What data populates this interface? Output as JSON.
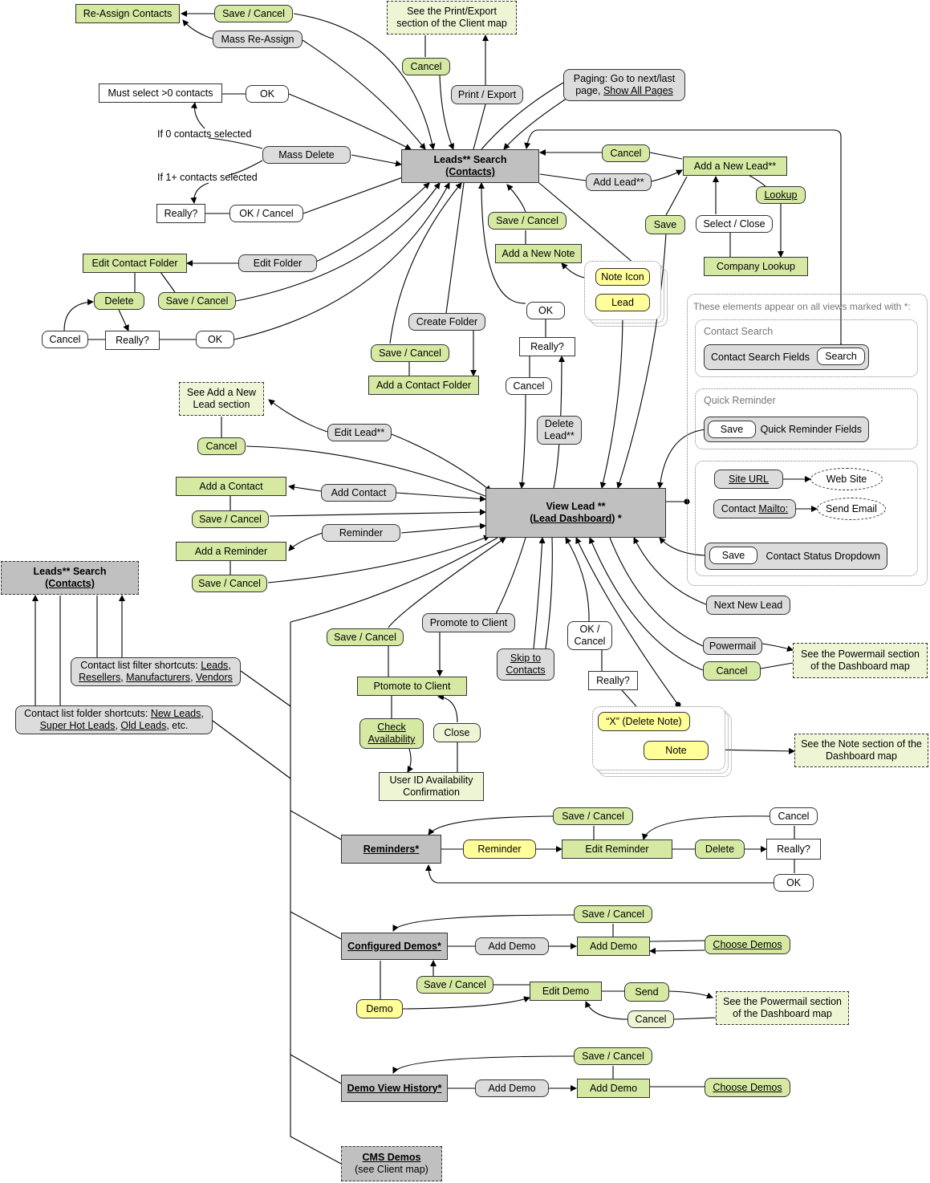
{
  "nodes": {
    "reassign_contacts": "Re-Assign Contacts",
    "save_cancel_1": "Save / Cancel",
    "mass_reassign": "Mass Re-Assign",
    "see_print_export": "See the Print/Export section of the Client map",
    "cancel_print": "Cancel",
    "print_export": "Print / Export",
    "paging": "Paging: Go to next/last page, Show All Pages",
    "must_select": "Must select >0 contacts",
    "ok_must": "OK",
    "if_zero": "If 0 contacts selected",
    "mass_delete": "Mass Delete",
    "if_one_plus": "If 1+ contacts selected",
    "really_mass": "Really?",
    "ok_cancel_mass": "OK / Cancel",
    "leads_search_title": "Leads** Search",
    "leads_search_sub": "(Contacts)",
    "cancel_addlead": "Cancel",
    "add_lead": "Add Lead**",
    "add_new_lead": "Add a New Lead**",
    "lookup": "Lookup",
    "select_close": "Select / Close",
    "save_newlead": "Save",
    "company_lookup": "Company Lookup",
    "save_cancel_note": "Save / Cancel",
    "add_new_note": "Add a New Note",
    "note_icon": "Note Icon",
    "lead_stack": "Lead",
    "edit_contact_folder": "Edit Contact Folder",
    "edit_folder": "Edit Folder",
    "delete_folder": "Delete",
    "save_cancel_folder": "Save / Cancel",
    "cancel_folder": "Cancel",
    "really_folder": "Really?",
    "ok_folder": "OK",
    "create_folder": "Create Folder",
    "save_cancel_cf": "Save / Cancel",
    "add_contact_folder": "Add a Contact Folder",
    "ok_delete_lead": "OK",
    "really_delete_lead": "Really?",
    "cancel_delete_lead": "Cancel",
    "delete_lead": "Delete Lead**",
    "see_add_new_lead": "See Add a New Lead section",
    "cancel_editlead": "Cancel",
    "edit_lead": "Edit Lead**",
    "add_a_contact": "Add a Contact",
    "add_contact": "Add Contact",
    "save_cancel_contact": "Save / Cancel",
    "reminder_btn": "Reminder",
    "add_a_reminder": "Add a Reminder",
    "save_cancel_reminder": "Save / Cancel",
    "view_lead_title": "View Lead **",
    "view_lead_sub": "(Lead Dashboard) *",
    "all_views_note": "These elements appear on all views marked with *:",
    "contact_search_label": "Contact Search",
    "contact_search_fields": "Contact Search Fields",
    "search_btn": "Search",
    "quick_reminder_label": "Quick Reminder",
    "save_qr": "Save",
    "quick_reminder_fields": "Quick Reminder Fields",
    "site_url": "Site URL",
    "web_site": "Web Site",
    "contact_mailto": "Contact Mailto:",
    "send_email": "Send Email",
    "save_status": "Save",
    "contact_status_dropdown": "Contact Status Dropdown",
    "next_new_lead": "Next New Lead",
    "powermail": "Powermail",
    "cancel_powermail": "Cancel",
    "see_powermail_1": "See the Powermail section of the Dashboard map",
    "leads_search_left_title": "Leads** Search",
    "leads_search_left_sub": "(Contacts)",
    "filter_shortcuts": "Contact list filter shortcuts: Leads, Resellers, Manufacturers, Vendors",
    "folder_shortcuts": "Contact list folder shortcuts: New Leads, Super Hot Leads, Old Leads, etc.",
    "save_cancel_promote": "Save / Cancel",
    "promote_to_client": "Promote to Client",
    "ptomote_to_client": "Ptomote to Client",
    "check_availability": "Check Availability",
    "close_btn": "Close",
    "user_id_confirmation": "User ID Availability Confirmation",
    "skip_to_contacts": "Skip to Contacts",
    "ok_cancel_note": "OK / Cancel",
    "really_note": "Really?",
    "x_delete_note": "“X” (Delete Note)",
    "note_btn": "Note",
    "see_note_section": "See the Note section of the Dashboard map",
    "reminders": "Reminders*",
    "reminder_yellow": "Reminder",
    "edit_reminder": "Edit Reminder",
    "save_cancel_rem": "Save / Cancel",
    "delete_rem": "Delete",
    "cancel_rem": "Cancel",
    "really_rem": "Really?",
    "ok_rem": "OK",
    "configured_demos": "Configured Demos*",
    "add_demo_btn": "Add Demo",
    "add_demo_page": "Add Demo",
    "save_cancel_demo": "Save / Cancel",
    "choose_demos": "Choose Demos",
    "save_cancel_editdemo": "Save / Cancel",
    "edit_demo": "Edit Demo",
    "send_demo": "Send",
    "cancel_demo": "Cancel",
    "demo_yellow": "Demo",
    "see_powermail_2": "See the Powermail section of the Dashboard map",
    "demo_view_history": "Demo View History*",
    "add_demo_btn2": "Add Demo",
    "add_demo_page2": "Add Demo",
    "save_cancel_dvh": "Save / Cancel",
    "choose_demos2": "Choose Demos",
    "cms_demos": "CMS Demos",
    "cms_demos_sub": "(see Client map)"
  }
}
